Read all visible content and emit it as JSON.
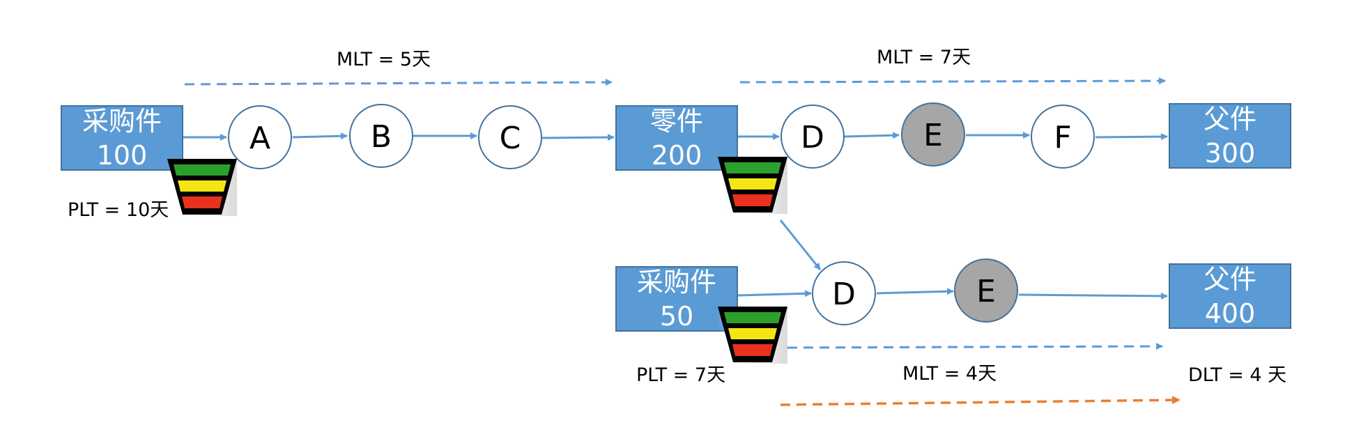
{
  "diagram": {
    "colors": {
      "box_fill": "#5b9bd5",
      "box_border": "#41719c",
      "arrow": "#5b9bd5",
      "node_fill": "#ffffff",
      "node_gray": "#a6a6a6",
      "node_border": "#41719c",
      "dlt_arrow": "#ed7d31",
      "buffer_green": "#2ca02c",
      "buffer_yellow": "#f5e514",
      "buffer_red": "#e8321e"
    },
    "boxes": {
      "purchase_top": {
        "title": "采购件",
        "qty": "100"
      },
      "part": {
        "title": "零件",
        "qty": "200"
      },
      "parent_top": {
        "title": "父件",
        "qty": "300"
      },
      "purchase_bottom": {
        "title": "采购件",
        "qty": "50"
      },
      "parent_bottom": {
        "title": "父件",
        "qty": "400"
      }
    },
    "nodes": {
      "a": "A",
      "b": "B",
      "c": "C",
      "d_top": "D",
      "e_top": "E",
      "f": "F",
      "d_bottom": "D",
      "e_bottom": "E"
    },
    "labels": {
      "mlt_top_left": "MLT = 5天",
      "mlt_top_right": "MLT = 7天",
      "plt_top": "PLT = 10天",
      "plt_bottom": "PLT = 7天",
      "mlt_bottom": "MLT = 4天",
      "dlt": "DLT = 4 天"
    }
  }
}
